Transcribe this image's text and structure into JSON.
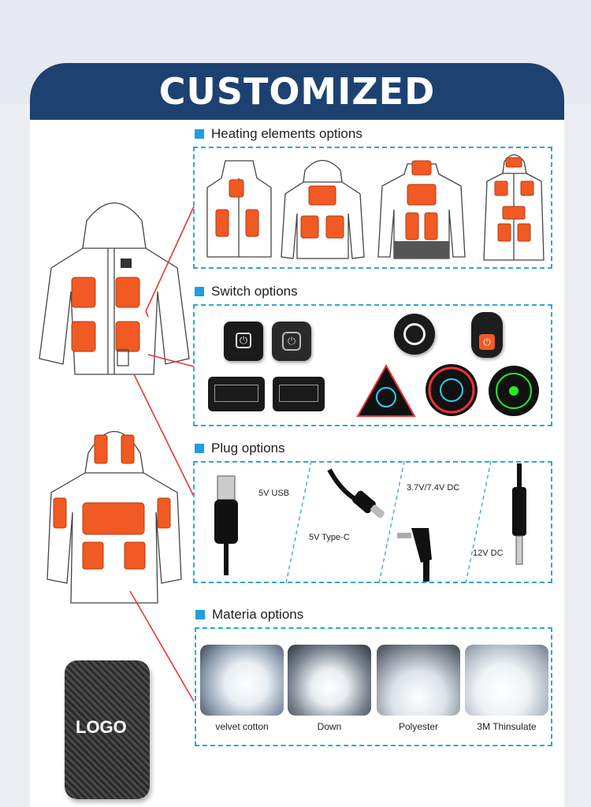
{
  "banner": {
    "title": "CUSTOMIZED"
  },
  "sections": {
    "heating": {
      "title": "Heating elements options"
    },
    "switch": {
      "title": "Switch options"
    },
    "plug": {
      "title": "Plug options"
    },
    "material": {
      "title": "Materia options"
    }
  },
  "plugs": {
    "usb": "5V USB",
    "typec": "5V Type-C",
    "dc37": "3.7V/7.4V DC",
    "dc12": "12V DC"
  },
  "materials": [
    "velvet cotton",
    "Down",
    "Polyester",
    "3M Thinsulate"
  ],
  "powerbank": {
    "logo": "LOGO"
  },
  "colors": {
    "banner": "#1d4271",
    "accent": "#29a8da",
    "heating_pad": "#f15a22"
  }
}
